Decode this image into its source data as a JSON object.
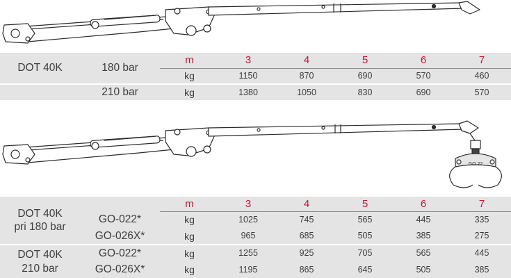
{
  "table1": {
    "model": "DOT 40K",
    "rows": [
      {
        "pressure": "180 bar",
        "unit": "kg",
        "values": [
          "1150",
          "870",
          "690",
          "570",
          "460"
        ]
      },
      {
        "pressure": "210 bar",
        "unit": "kg",
        "values": [
          "1380",
          "1050",
          "830",
          "690",
          "570"
        ]
      }
    ]
  },
  "header": {
    "unit": "m",
    "distances": [
      "3",
      "4",
      "5",
      "6",
      "7"
    ]
  },
  "table2": {
    "groups": [
      {
        "model_line1": "DOT 40K",
        "model_line2": "pri 180 bar",
        "rows": [
          {
            "tool": "GO-022*",
            "unit": "kg",
            "values": [
              "1025",
              "745",
              "565",
              "445",
              "335"
            ]
          },
          {
            "tool": "GO-026X*",
            "unit": "kg",
            "values": [
              "965",
              "685",
              "505",
              "385",
              "275"
            ]
          }
        ]
      },
      {
        "model_line1": "DOT 40K",
        "model_line2": "210 bar",
        "rows": [
          {
            "tool": "GO-022*",
            "unit": "kg",
            "values": [
              "1255",
              "925",
              "705",
              "565",
              "445"
            ]
          },
          {
            "tool": "GO-026X*",
            "unit": "kg",
            "values": [
              "1195",
              "865",
              "645",
              "505",
              "385"
            ]
          }
        ]
      }
    ]
  },
  "grapple": {
    "label": "GO 22"
  },
  "colors": {
    "accent": "#c2183b",
    "row_shade": "#e4e4e4",
    "text": "#3d3d3d"
  }
}
